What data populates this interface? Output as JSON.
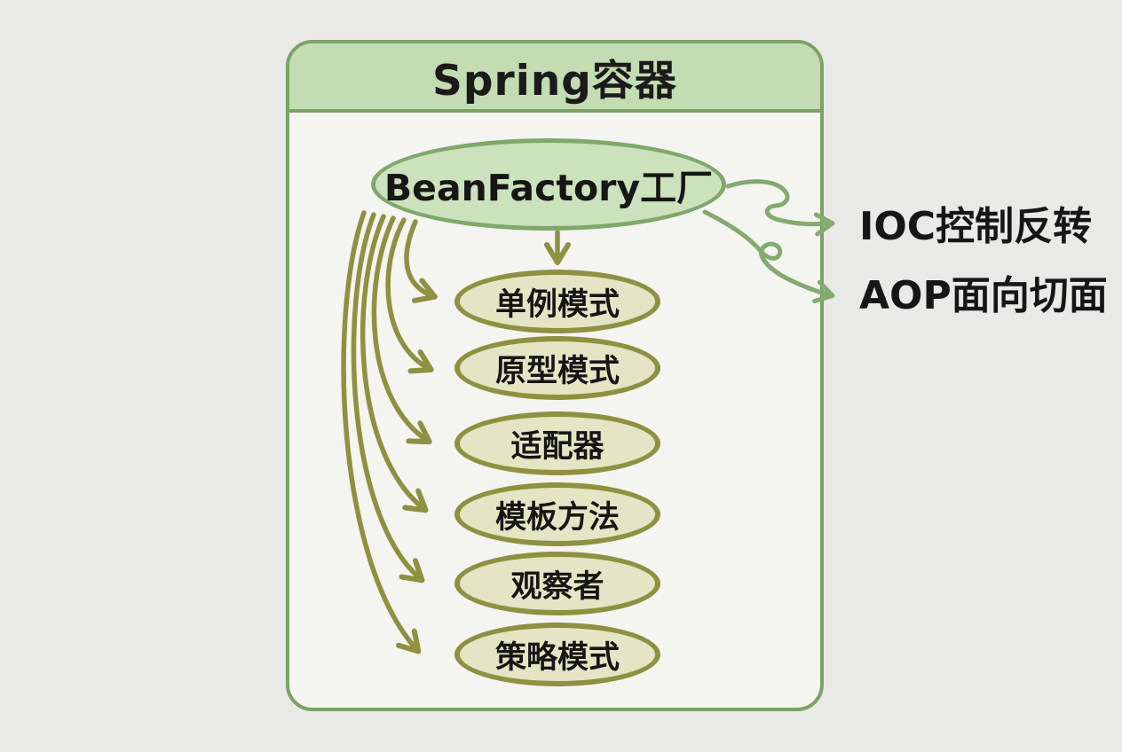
{
  "container": {
    "title": "Spring容器",
    "factory": {
      "label": "BeanFactory工厂"
    },
    "patterns": [
      {
        "label": "单例模式"
      },
      {
        "label": "原型模式"
      },
      {
        "label": "适配器"
      },
      {
        "label": "模板方法"
      },
      {
        "label": "观察者"
      },
      {
        "label": "策略模式"
      }
    ]
  },
  "annotations": [
    {
      "label": "IOC控制反转"
    },
    {
      "label": "AOP面向切面"
    }
  ],
  "colors": {
    "page_background": "#e9e9e7",
    "container_background": "#f4f4f1",
    "container_border": "#7da266",
    "header_fill": "#c3dcb2",
    "factory_fill": "#cbe2bd",
    "factory_border": "#7fa86b",
    "pattern_fill": "#e3e5c4",
    "pattern_border": "#8d9140",
    "olive_arrow": "#8d9140",
    "green_arrow": "#83aa6f",
    "text": "#161616"
  }
}
